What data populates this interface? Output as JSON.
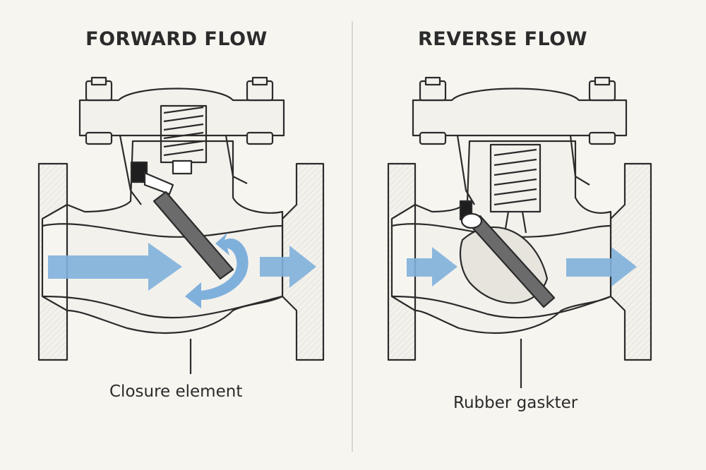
{
  "panels": {
    "forward": {
      "title": "FORWARD FLOW",
      "callout": "Closure element"
    },
    "reverse": {
      "title": "REVERSE FLOW",
      "callout": "Rubber gaskter"
    }
  },
  "colors": {
    "background": "#f7f5f0",
    "outline": "#2b2b2b",
    "valve_body": "#f3f1ec",
    "flow_arrow": "#7fb0dc",
    "disc": "#6b6b6b"
  }
}
